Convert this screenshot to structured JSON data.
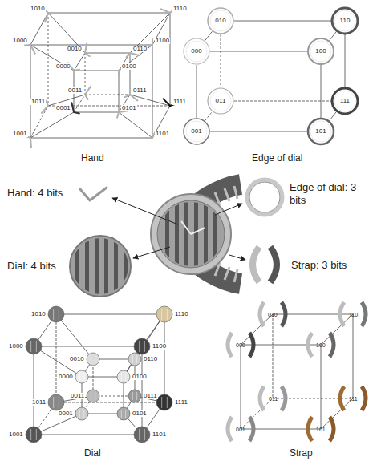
{
  "diagram": {
    "nodes": [
      {
        "text": [
          "010"
        ]
      },
      {
        "text": [
          "110"
        ]
      },
      {
        "text": [
          "000"
        ]
      },
      {
        "text": [
          "100"
        ]
      },
      {
        "text": [
          "011"
        ]
      },
      {
        "text": [
          "001"
        ]
      },
      {
        "text": [
          "111"
        ]
      },
      {
        "text": [
          "101"
        ]
      }
    ],
    "edges": [
      {
        "from": 2,
        "to": 5,
        "arrow": "none"
      },
      {
        "from": 0,
        "to": 4,
        "arrow": "none"
      },
      {
        "from": 3,
        "to": 7,
        "arrow": "none"
      },
      {
        "from": 1,
        "to": 6,
        "arrow": "none"
      },
      {
        "from": 2,
        "to": 0,
        "arrow": "none"
      },
      {
        "from": 5,
        "to": 4,
        "arrow": "none"
      },
      {
        "from": 3,
        "to": 1,
        "arrow": "none"
      },
      {
        "from": 7,
        "to": 6,
        "arrow": "none"
      },
      {
        "from": 2,
        "to": 3,
        "arrow": "none"
      },
      {
        "from": 5,
        "to": 7,
        "arrow": "none"
      },
      {
        "from": 0,
        "to": 1,
        "arrow": "none"
      },
      {
        "from": 4,
        "to": 6,
        "arrow": "none"
      }
    ],
    "labels": [
      "1010",
      "1110",
      "1100",
      "1000",
      "0010",
      "0110",
      "0000",
      "0100",
      "0011",
      "0111",
      "0001",
      "0101",
      "1011",
      "1111",
      "1001",
      "1101",
      "Hand",
      "Edge of dial",
      "Hand: 4 bits",
      "Edge of dial: 3 bits",
      "Dial: 4 bits",
      "Strap: 3 bits",
      "1010",
      "1110",
      "1100",
      "1000",
      "0010",
      "0110",
      "0000",
      "0100",
      "0011",
      "0111",
      "0001",
      "0101",
      "1011",
      "1111",
      "1001",
      "1101",
      "Dial",
      "010",
      "110",
      "000",
      "100",
      "011",
      "001",
      "111",
      "101",
      "Strap"
    ]
  }
}
